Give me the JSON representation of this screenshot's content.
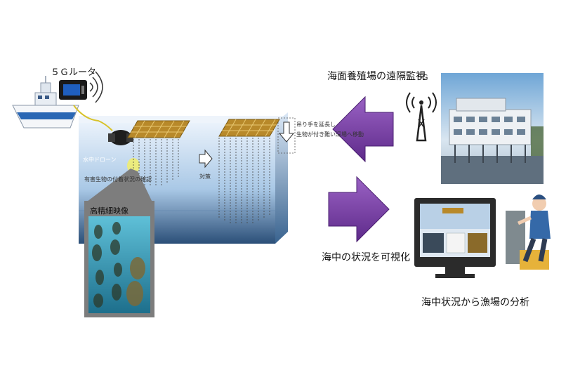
{
  "labels": {
    "router": "５Ｇルータ",
    "underwater_drone": "水中ドローン",
    "attachment_check": "有害生物の付着状況の確認",
    "hd_image": "高精細映像",
    "countermeasure": "対策",
    "extend_rope_line1": "吊り手を延長し",
    "extend_rope_line2": "生物が付き難い深場へ移動",
    "remote_monitoring": "海面養殖場の遠隔監視",
    "five_g": "5G",
    "visualize": "海中の状況を可視化",
    "analysis": "海中状況から漁場の分析"
  },
  "icons": {
    "boat": "boat-icon",
    "router": "router-icon",
    "wifi": "wifi-signal-icon",
    "drone": "drone-icon",
    "tower": "cell-tower-icon",
    "monitor": "monitor-icon",
    "operator": "operator-icon"
  },
  "colors": {
    "arrow_purple": "#7a3fa8",
    "water_blue": "#b9d4ec",
    "raft_gold": "#b8892a"
  }
}
